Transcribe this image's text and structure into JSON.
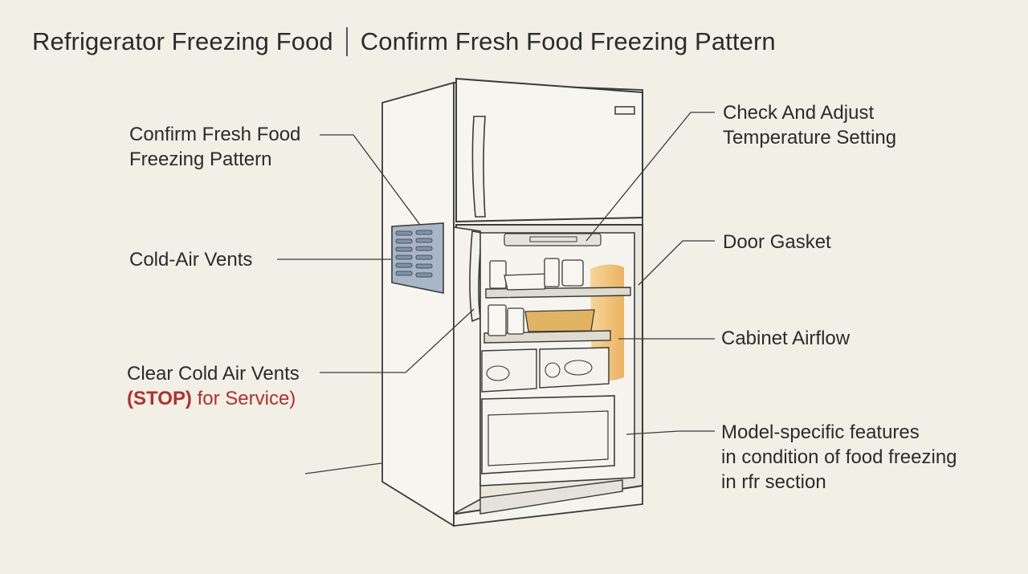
{
  "header": {
    "title": "Refrigerator Freezing Food",
    "subtitle": "Confirm Fresh Food Freezing Pattern"
  },
  "labels": {
    "confirm_pattern": [
      "Confirm Fresh Food",
      "Freezing Pattern"
    ],
    "cold_air_vents": "Cold-Air Vents",
    "clear_vents": "Clear Cold Air Vents",
    "stop": {
      "open": "(",
      "word": "STOP",
      "close": ")",
      "rest": " for Service)"
    },
    "temperature": [
      "Check And Adjust",
      "Temperature Setting"
    ],
    "door_gasket": "Door Gasket",
    "cabinet_airflow": "Cabinet Airflow",
    "model_features": [
      "Model-specific features",
      "in condition of food freezing",
      "in rfr section"
    ]
  },
  "colors": {
    "background": "#f1efe6",
    "ink": "#3a3a3a",
    "stop_red": "#b3302a",
    "airflow_glow": "#f0b450",
    "vent_blue": "#8d9fb8"
  }
}
